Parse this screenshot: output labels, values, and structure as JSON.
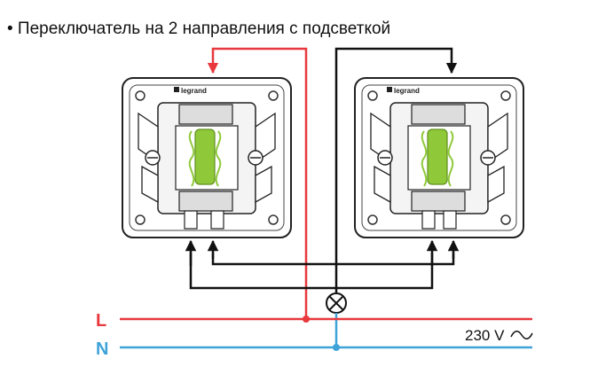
{
  "title": "• Переключатель на 2 направления с подсветкой",
  "switches": [
    {
      "brand": "legrand"
    },
    {
      "brand": "legrand"
    }
  ],
  "lines": {
    "phase_label": "L",
    "neutral_label": "N",
    "voltage_label": "230 V"
  },
  "colors": {
    "phase": "#e8383d",
    "neutral": "#3ea3d8",
    "traveler": "#111111",
    "backlight": "#8fc93a"
  }
}
